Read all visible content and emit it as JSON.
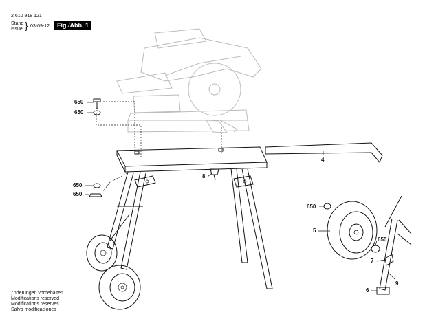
{
  "header": {
    "part_number": "2 610 918 121",
    "stand_label": "Stand",
    "issue_label": "Issue",
    "date": "03-09-12",
    "figure_label": "Fig./Abb. 1"
  },
  "callouts": [
    {
      "label": "650"
    },
    {
      "label": "650"
    },
    {
      "label": "650"
    },
    {
      "label": "650"
    },
    {
      "label": "8"
    },
    {
      "label": "4"
    },
    {
      "label": "650"
    },
    {
      "label": "5"
    },
    {
      "label": "650"
    },
    {
      "label": "7"
    },
    {
      "label": "9"
    },
    {
      "label": "6"
    }
  ],
  "footer": {
    "lines": [
      "ƒnderungen vorbehalten",
      "Modifications reserved",
      "Modifications reserves",
      "Salvo modificaciones"
    ]
  }
}
